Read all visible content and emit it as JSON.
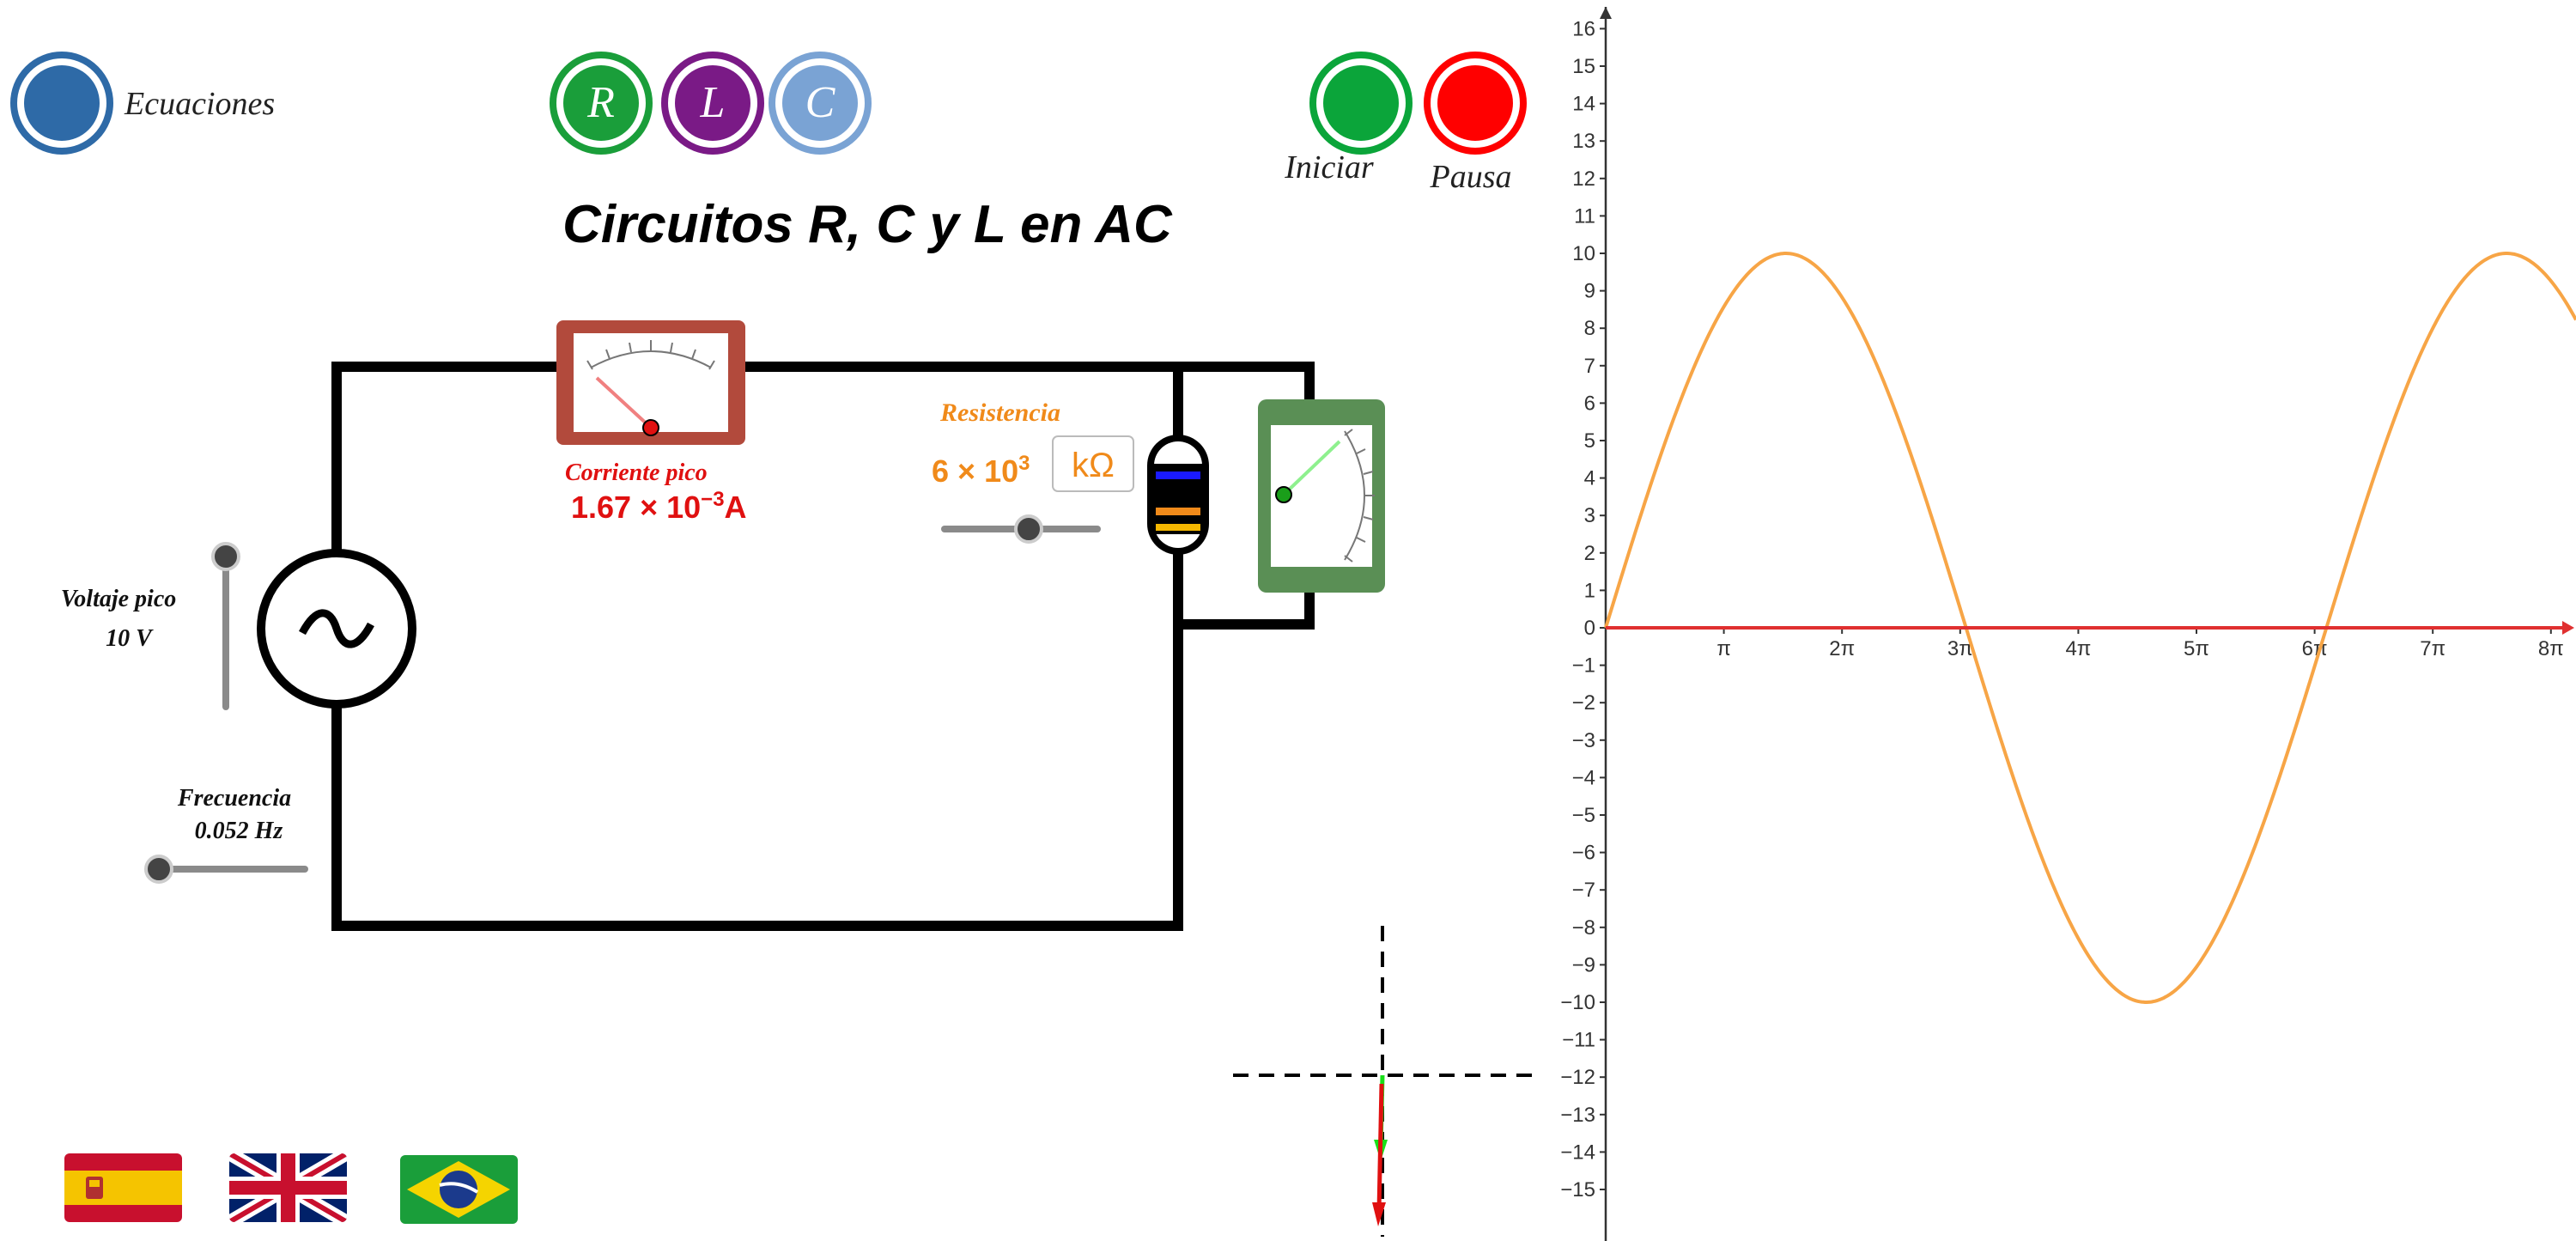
{
  "title": "Circuitos R, C y L en AC",
  "buttons": {
    "ecuaciones": {
      "label": "Ecuaciones",
      "color": "#2e6aa7"
    },
    "r": {
      "label": "R",
      "color": "#1a9e3a"
    },
    "l": {
      "label": "L",
      "color": "#7a1a86"
    },
    "c": {
      "label": "C",
      "color": "#7aa3d4"
    },
    "iniciar": {
      "label": "Iniciar",
      "color": "#0ba53a"
    },
    "pausa": {
      "label": "Pausa",
      "color": "#ff0000"
    }
  },
  "ammeter": {
    "label": "Corriente pico",
    "value_mantissa": "1.67",
    "value_times": "× 10",
    "value_exponent": "−3",
    "value_unit": "A",
    "color": "#b24a3c"
  },
  "resistance": {
    "label": "Resistencia",
    "value_mantissa": "6",
    "value_times": "× 10",
    "value_exponent": "3",
    "unit": "kΩ",
    "color": "#f08a1a"
  },
  "voltage": {
    "label": "Voltaje pico",
    "value": "10 V",
    "level": 1.0
  },
  "frequency": {
    "label": "Frecuencia",
    "value": "0.052 Hz",
    "level": 0.0
  },
  "flags": [
    {
      "name": "spain-flag"
    },
    {
      "name": "uk-flag"
    },
    {
      "name": "brazil-flag"
    }
  ],
  "chart_data": {
    "type": "line",
    "xlim": [
      0,
      8.5
    ],
    "ylim": [
      -16,
      16.5
    ],
    "x_ticks": [
      "π",
      "2π",
      "3π",
      "4π",
      "5π",
      "6π",
      "7π",
      "8π"
    ],
    "y_ticks": [
      "16",
      "15",
      "14",
      "13",
      "12",
      "11",
      "10",
      "9",
      "8",
      "7",
      "6",
      "5",
      "4",
      "3",
      "2",
      "1",
      "0",
      "−1",
      "−2",
      "−3",
      "−4",
      "−5",
      "−6",
      "−7",
      "−8",
      "−9",
      "−10",
      "−11",
      "−12",
      "−13",
      "−14",
      "−15"
    ],
    "series": [
      {
        "kind": "sine",
        "amplitude": 10,
        "period_in_pi": 6.1,
        "color": "#f7a546"
      },
      {
        "kind": "constant",
        "value": 0,
        "color": "#e03030"
      }
    ]
  },
  "colors": {
    "wire": "#000000",
    "voltmeter": "#5a8f55",
    "slider_track": "#8a8a8a"
  }
}
